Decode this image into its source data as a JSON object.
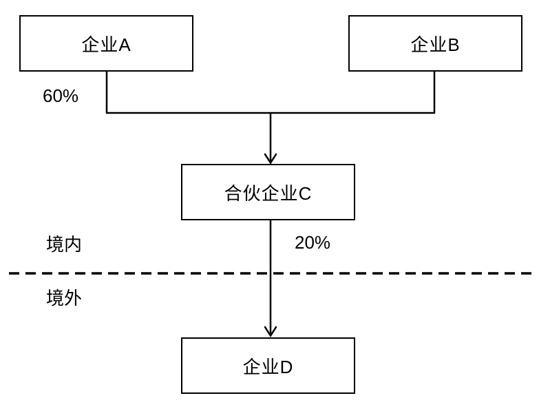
{
  "diagram": {
    "title": "equity-structure-diagram",
    "nodes": {
      "company_a": {
        "label": "企业A"
      },
      "company_b": {
        "label": "企业B"
      },
      "partnership_c": {
        "label": "合伙企业C"
      },
      "company_d": {
        "label": "企业D"
      }
    },
    "edge_labels": {
      "a_to_c_percent": "60%",
      "c_to_d_percent": "20%"
    },
    "region_labels": {
      "domestic": "境内",
      "overseas": "境外"
    },
    "colors": {
      "line": "#000000",
      "text": "#000000",
      "background": "#ffffff",
      "node_fill": "#ffffff"
    }
  }
}
